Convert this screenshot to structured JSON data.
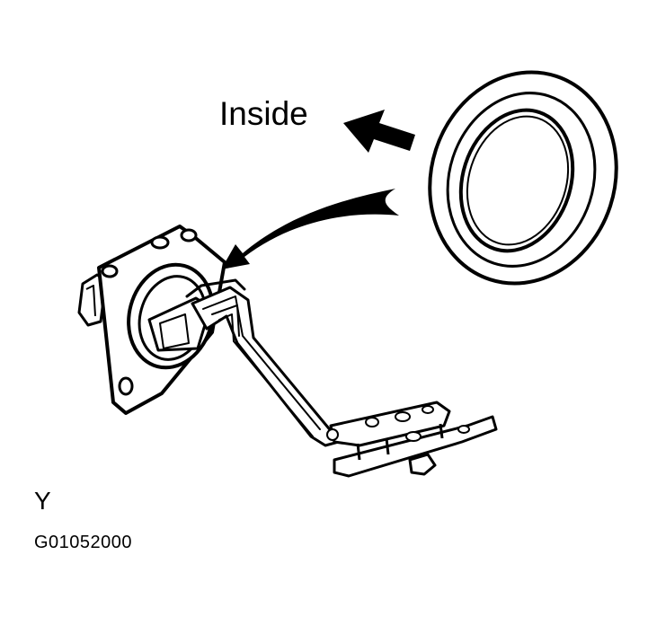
{
  "diagram": {
    "callout_label": "Inside",
    "view_letter": "Y",
    "figure_code": "G01052000",
    "parts": {
      "seal_ring": "oil-seal-ring",
      "direction_arrow": "arrow-pointing-inside",
      "install_arrow": "curved-install-arrow",
      "flange": "square-flange",
      "tube_assembly": "bent-tube-bracket",
      "bracket": "mounting-bracket"
    }
  }
}
